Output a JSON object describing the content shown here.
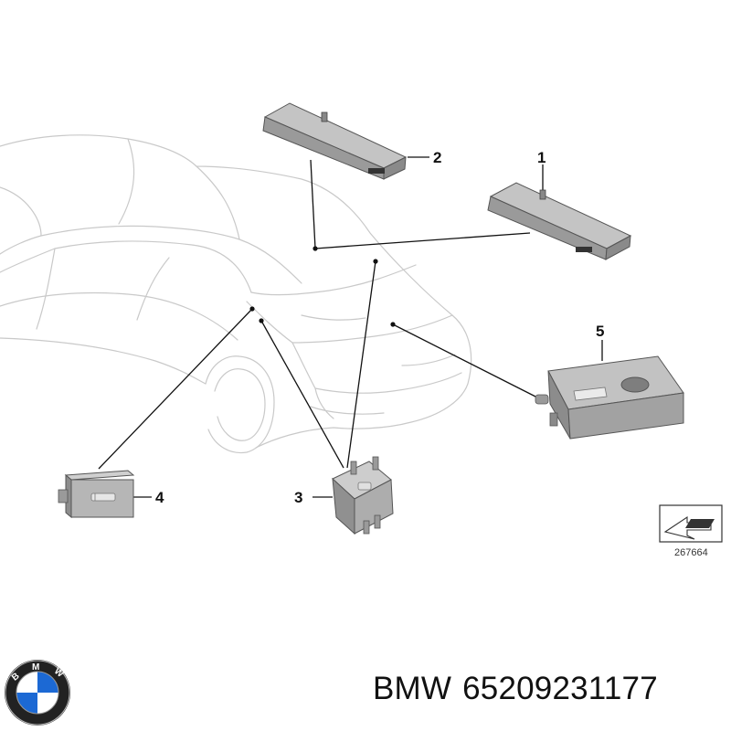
{
  "callouts": [
    "1",
    "2",
    "3",
    "4",
    "5"
  ],
  "diagram_ref": "267664",
  "brand": "BMW",
  "part_number": "65209231177",
  "logo": "bmw-roundel",
  "logo_text": "BMW",
  "colors": {
    "part_fill": "#b4b4b4",
    "part_dark": "#8a8a8a",
    "car_outline": "#c9c9c9",
    "logo_blue": "#1c69d4"
  }
}
